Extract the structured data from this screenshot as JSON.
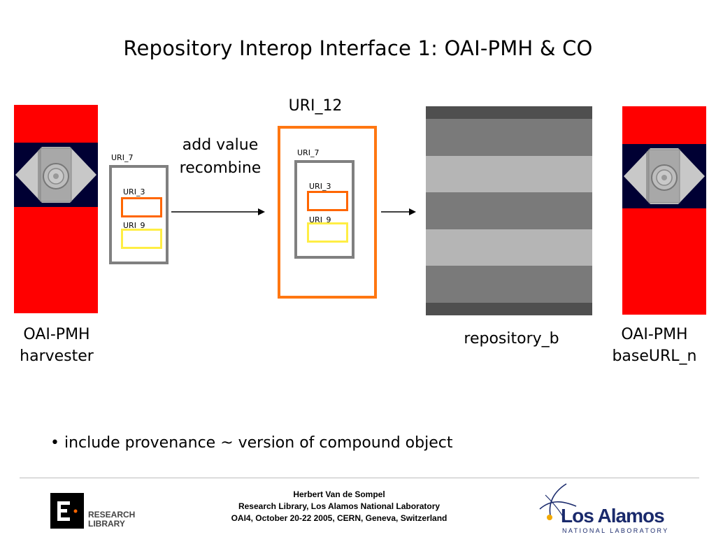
{
  "slide": {
    "title": "Repository Interop Interface 1: OAI-PMH & CO",
    "left_server_label_line1": "OAI-PMH",
    "left_server_label_line2": "harvester",
    "right_server_label_line1": "OAI-PMH",
    "right_server_label_line2": "baseURL_n",
    "action_line1": "add value",
    "action_line2": "recombine",
    "new_object_uri": "URI_12",
    "repository_label": "repository_b",
    "bullet": "• include provenance ~ version of compound object"
  },
  "source_object": {
    "uri": "URI_7",
    "components": [
      "URI_3",
      "URI_9"
    ]
  },
  "recombined_object": {
    "uri": "URI_7",
    "components": [
      "URI_3",
      "URI_9"
    ]
  },
  "footer": {
    "line1": "Herbert Van de Sompel",
    "line2": "Research Library, Los Alamos National Laboratory",
    "line3": "OAI4, October 20-22 2005, CERN, Geneva, Switzerland",
    "left_logo_line1": "RESEARCH",
    "left_logo_line2": "LIBRARY",
    "right_logo_main": "Los Alamos",
    "right_logo_sub": "NATIONAL LABORATORY"
  },
  "colors": {
    "server_red": "#ff0000",
    "server_band": "#000033",
    "orange": "#ff6600",
    "yellow": "#ffee44",
    "gray_border": "#808080",
    "logo_blue": "#1a2a6c"
  },
  "icons": [
    "server-eye-icon",
    "arrow-right-icon",
    "research-library-logo",
    "los-alamos-logo"
  ]
}
